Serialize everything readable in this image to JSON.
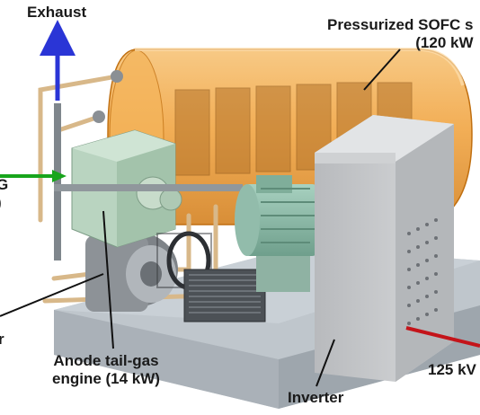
{
  "labels": {
    "exhaust": "Exhaust",
    "sofc_line1": "Pressurized SOFC s",
    "sofc_line2": "(120 kW",
    "left_top": "G",
    "left_bottom": ")",
    "anode_line1": "Anode tail-gas",
    "anode_line2": "engine (14 kW)",
    "inverter": "Inverter",
    "output": "125 kV",
    "left_lower": "r"
  },
  "colors": {
    "exhaust_arrow": "#2a35d6",
    "fuel_arrow": "#18a51c",
    "output_arrow": "#c4141a",
    "vessel": "#f1a33c",
    "engine": "#b9d4c0",
    "cabinet": "#c9cbce"
  }
}
